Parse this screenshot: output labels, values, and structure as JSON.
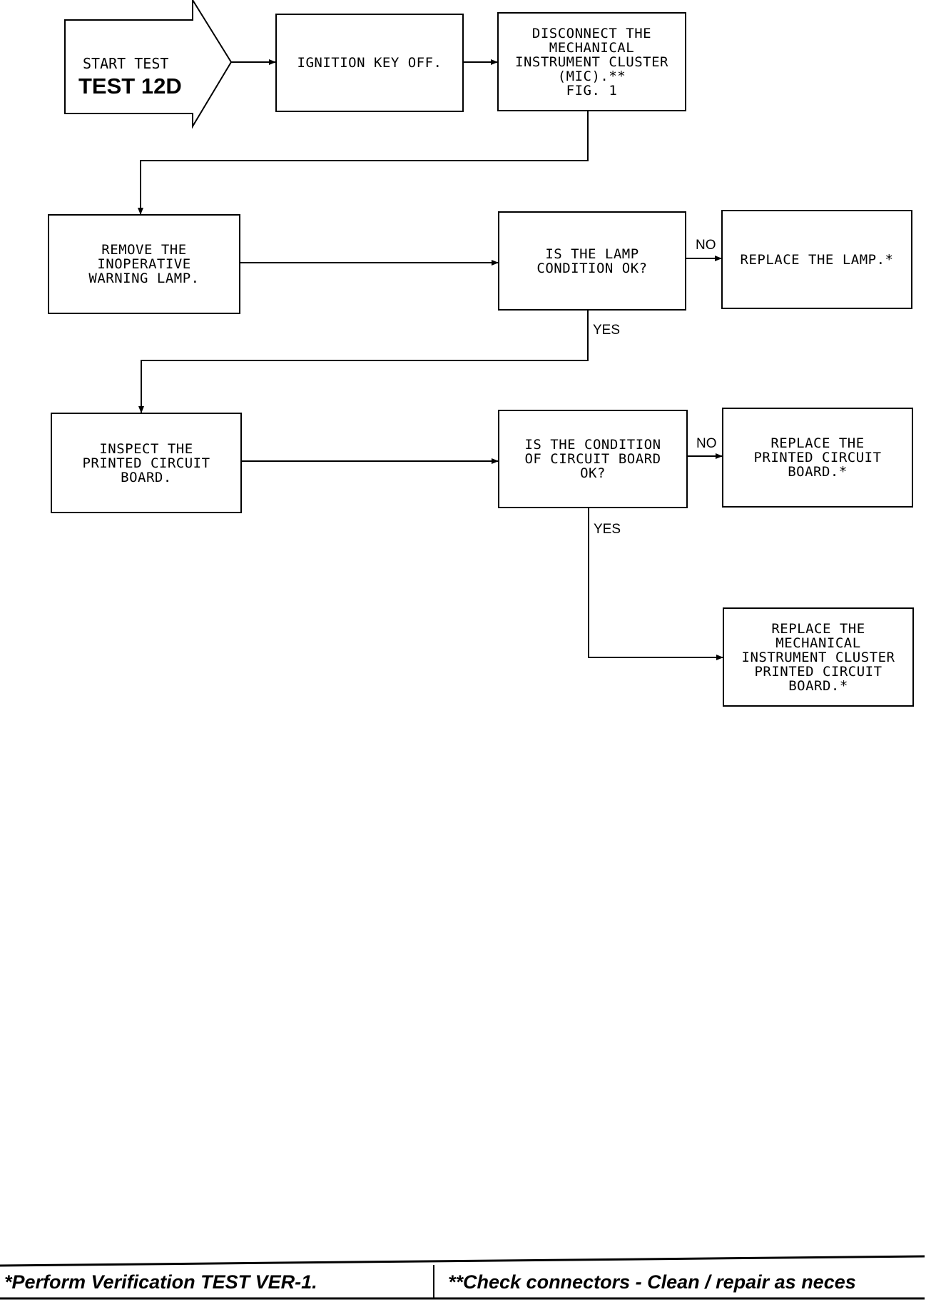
{
  "start": {
    "small_label": "START TEST",
    "big_label": "TEST 12D"
  },
  "steps": {
    "ignition": "IGNITION KEY OFF.",
    "disconnect": "DISCONNECT THE\nMECHANICAL\nINSTRUMENT CLUSTER\n(MIC).**\nFIG. 1",
    "remove": "REMOVE THE\nINOPERATIVE\nWARNING LAMP.",
    "lamp_question": "IS THE LAMP\nCONDITION OK?",
    "replace_lamp": "REPLACE THE LAMP.*",
    "inspect": "INSPECT THE\nPRINTED CIRCUIT\nBOARD.",
    "board_question": "IS THE CONDITION\nOF CIRCUIT BOARD\nOK?",
    "replace_board": "REPLACE THE\nPRINTED CIRCUIT\nBOARD.*",
    "replace_mic_board": "REPLACE THE\nMECHANICAL\nINSTRUMENT CLUSTER\nPRINTED CIRCUIT\nBOARD.*"
  },
  "branch_labels": {
    "lamp_no": "NO",
    "lamp_yes": "YES",
    "board_no": "NO",
    "board_yes": "YES"
  },
  "footer": {
    "left": "*Perform Verification TEST VER-1.",
    "right": "**Check connectors - Clean / repair as neces"
  }
}
